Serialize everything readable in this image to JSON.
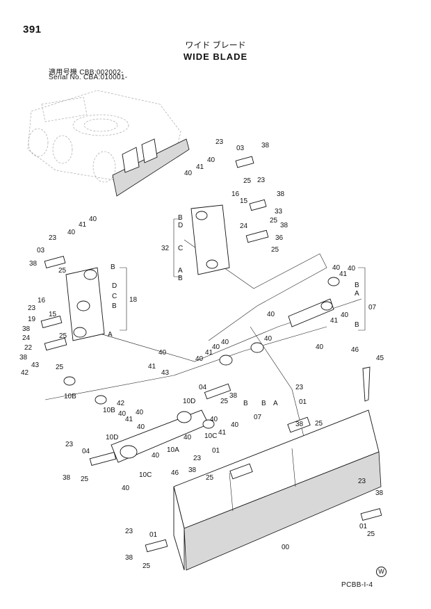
{
  "page_number": "391",
  "title_jp": "ワイド ブレード",
  "title_en": "WIDE BLADE",
  "serial_jp": "適用号機  CBB:002002-",
  "serial_en": "Serial No. CBA:010001-",
  "ref_code": "PCBB-I-4",
  "revision_mark": "W",
  "bracket_labels": {
    "upper_group": "32",
    "left_group": "18",
    "right_group": "07",
    "bottom_group": "07"
  },
  "part_labels": [
    "23",
    "03",
    "38",
    "40",
    "41",
    "40",
    "16",
    "15",
    "25",
    "23",
    "38",
    "33",
    "24",
    "25",
    "38",
    "36",
    "25",
    "B",
    "D",
    "C",
    "A",
    "B",
    "23",
    "40",
    "41",
    "40",
    "03",
    "38",
    "25",
    "16",
    "23",
    "15",
    "19",
    "38",
    "24",
    "25",
    "22",
    "38",
    "43",
    "25",
    "42",
    "B",
    "D",
    "C",
    "B",
    "A",
    "40",
    "41",
    "40",
    "B",
    "A",
    "40",
    "41",
    "40",
    "40",
    "B",
    "40",
    "40",
    "41",
    "40",
    "40",
    "43",
    "41",
    "40",
    "04",
    "25",
    "38",
    "10D",
    "40",
    "41",
    "40",
    "10C",
    "40",
    "B",
    "B",
    "A",
    "10B",
    "42",
    "10B",
    "40",
    "41",
    "40",
    "10D",
    "40",
    "10A",
    "40",
    "10C",
    "23",
    "01",
    "38",
    "25",
    "46",
    "40",
    "23",
    "04",
    "38",
    "25",
    "46",
    "45",
    "23",
    "01",
    "38",
    "25",
    "23",
    "01",
    "38",
    "25",
    "23",
    "38",
    "01",
    "25",
    "00"
  ],
  "labels": {
    "upper_group_letters": [
      "B",
      "D",
      "C",
      "A",
      "B"
    ],
    "left_group_letters": [
      "B",
      "D",
      "C",
      "B",
      "A"
    ],
    "right_group_letters": [
      "B",
      "A",
      "B"
    ],
    "bottom_group_letters": [
      "B",
      "B",
      "A"
    ]
  }
}
